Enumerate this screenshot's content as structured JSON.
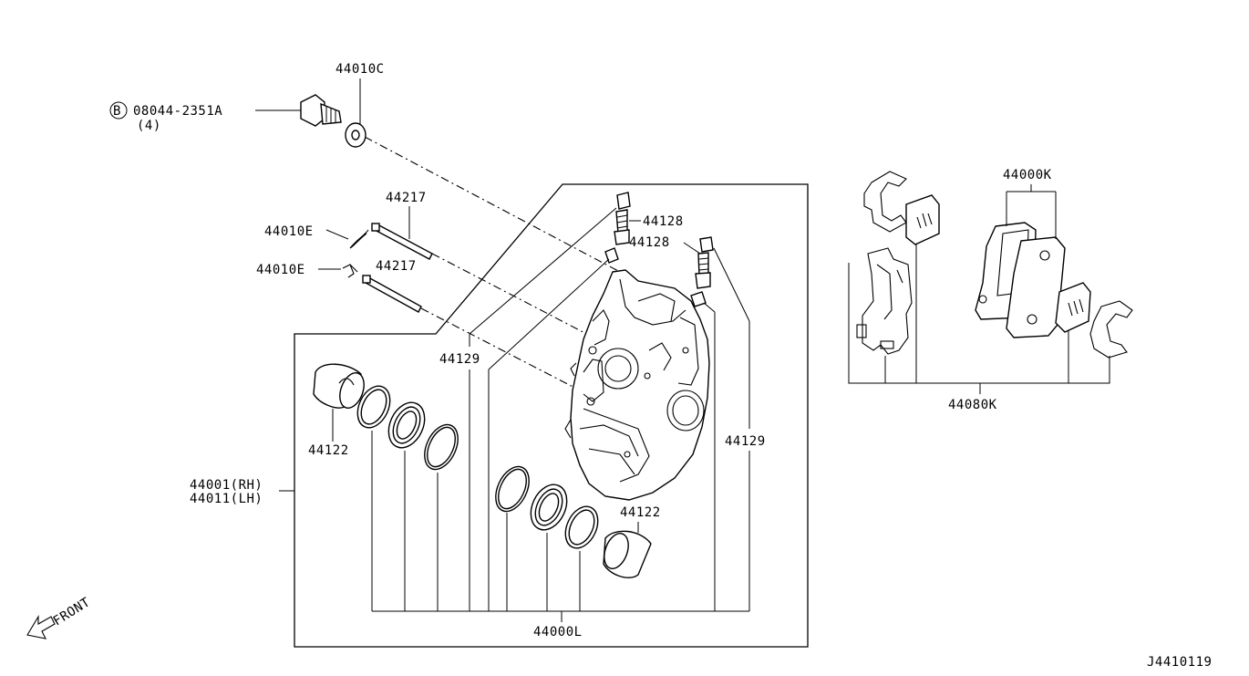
{
  "labels": {
    "p44010C": "44010C",
    "bolt_part": "08044-2351A",
    "bolt_qty": "(4)",
    "bolt_symbol": "B",
    "p44217_a": "44217",
    "p44217_b": "44217",
    "p44010E_a": "44010E",
    "p44010E_b": "44010E",
    "p44128_a": "44128",
    "p44128_b": "44128",
    "p44129_a": "44129",
    "p44129_b": "44129",
    "p44122_a": "44122",
    "p44122_b": "44122",
    "p44001": "44001(RH)",
    "p44011": "44011(LH)",
    "p44000L": "44000L",
    "p44000K": "44000K",
    "p44080K": "44080K",
    "front": "FRONT",
    "diagram_id": "J4410119"
  }
}
